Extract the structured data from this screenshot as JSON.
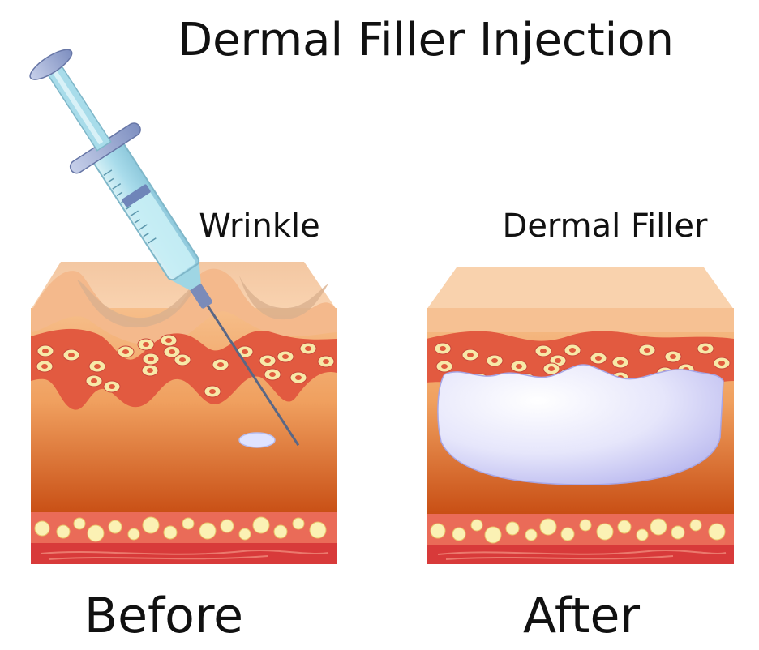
{
  "title": "Dermal Filler Injection",
  "labels": {
    "wrinkle": "Wrinkle",
    "dermal_filler": "Dermal Filler",
    "before": "Before",
    "after": "After"
  },
  "colors": {
    "skin_top": "#f7c9a0",
    "epidermis": "#e8b893",
    "dermis_top": "#f2a76a",
    "dermis_bottom": "#c74f16",
    "membrane": "#e0583f",
    "cell_fill": "#f7e9a8",
    "fat_layer": "#ec6a57",
    "fat_cell": "#fbf1b4",
    "muscle": "#d83a3a",
    "filler": "#dcdcf7",
    "syringe_body": "#bfe6ef",
    "syringe_flange": "#9aa9cf"
  }
}
